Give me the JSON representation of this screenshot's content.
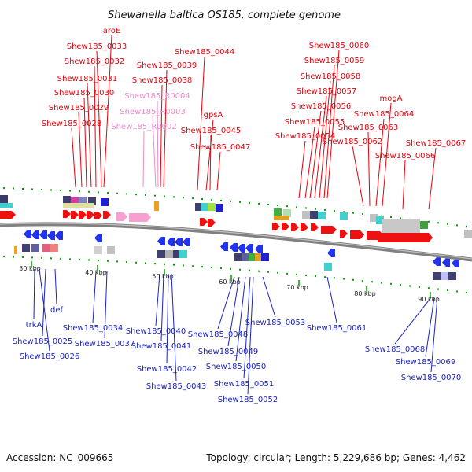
{
  "title": "Shewanella baltica OS185, complete genome",
  "footer": {
    "accession": "Accession: NC_009665",
    "topology": "Topology: circular; Length: 5,229,686 bp; Genes: 4,462"
  },
  "colors": {
    "top_label": "#e8000b",
    "rna_label": "#f08cc8",
    "bottom_label": "#1a22c8",
    "fwd_gene": "#ee1111",
    "rev_gene": "#2233ee",
    "rna_gene": "#f6a0d2",
    "pseudo_gene": "#c8c8c8",
    "backbone": "#808080",
    "tick_mark": "#00a000"
  },
  "ticks": [
    "30 kbp",
    "40 kbp",
    "50 kbp",
    "60 kbp",
    "70 kbp",
    "80 kbp",
    "90 kbp"
  ],
  "top_labels": [
    {
      "text": "aroE",
      "kind": "gene"
    },
    {
      "text": "Shew185_0033",
      "kind": "gene"
    },
    {
      "text": "Shew185_0032",
      "kind": "gene"
    },
    {
      "text": "Shew185_0031",
      "kind": "gene"
    },
    {
      "text": "Shew185_0030",
      "kind": "gene"
    },
    {
      "text": "Shew185_0029",
      "kind": "gene"
    },
    {
      "text": "Shew185_0028",
      "kind": "gene"
    },
    {
      "text": "Shew185_0039",
      "kind": "gene"
    },
    {
      "text": "Shew185_0038",
      "kind": "gene"
    },
    {
      "text": "Shew185_R0004",
      "kind": "rna"
    },
    {
      "text": "Shew185_R0003",
      "kind": "rna"
    },
    {
      "text": "Shew185_R0002",
      "kind": "rna"
    },
    {
      "text": "Shew185_0044",
      "kind": "gene"
    },
    {
      "text": "gpsA",
      "kind": "gene"
    },
    {
      "text": "Shew185_0045",
      "kind": "gene"
    },
    {
      "text": "Shew185_0047",
      "kind": "gene"
    },
    {
      "text": "Shew185_0060",
      "kind": "gene"
    },
    {
      "text": "Shew185_0059",
      "kind": "gene"
    },
    {
      "text": "Shew185_0058",
      "kind": "gene"
    },
    {
      "text": "Shew185_0057",
      "kind": "gene"
    },
    {
      "text": "Shew185_0056",
      "kind": "gene"
    },
    {
      "text": "Shew185_0055",
      "kind": "gene"
    },
    {
      "text": "Shew185_0054",
      "kind": "gene"
    },
    {
      "text": "mogA",
      "kind": "gene"
    },
    {
      "text": "Shew185_0064",
      "kind": "gene"
    },
    {
      "text": "Shew185_0063",
      "kind": "gene"
    },
    {
      "text": "Shew185_0062",
      "kind": "gene"
    },
    {
      "text": "Shew185_0067",
      "kind": "gene"
    },
    {
      "text": "Shew185_0066",
      "kind": "gene"
    }
  ],
  "bottom_labels": [
    {
      "text": "trkA"
    },
    {
      "text": "def"
    },
    {
      "text": "Shew185_0025"
    },
    {
      "text": "Shew185_0026"
    },
    {
      "text": "Shew185_0034"
    },
    {
      "text": "Shew185_0037"
    },
    {
      "text": "Shew185_0040"
    },
    {
      "text": "Shew185_0041"
    },
    {
      "text": "Shew185_0042"
    },
    {
      "text": "Shew185_0043"
    },
    {
      "text": "Shew185_0048"
    },
    {
      "text": "Shew185_0049"
    },
    {
      "text": "Shew185_0050"
    },
    {
      "text": "Shew185_0051"
    },
    {
      "text": "Shew185_0052"
    },
    {
      "text": "Shew185_0053"
    },
    {
      "text": "Shew185_0061"
    },
    {
      "text": "Shew185_0068"
    },
    {
      "text": "Shew185_0069"
    },
    {
      "text": "Shew185_0070"
    }
  ]
}
